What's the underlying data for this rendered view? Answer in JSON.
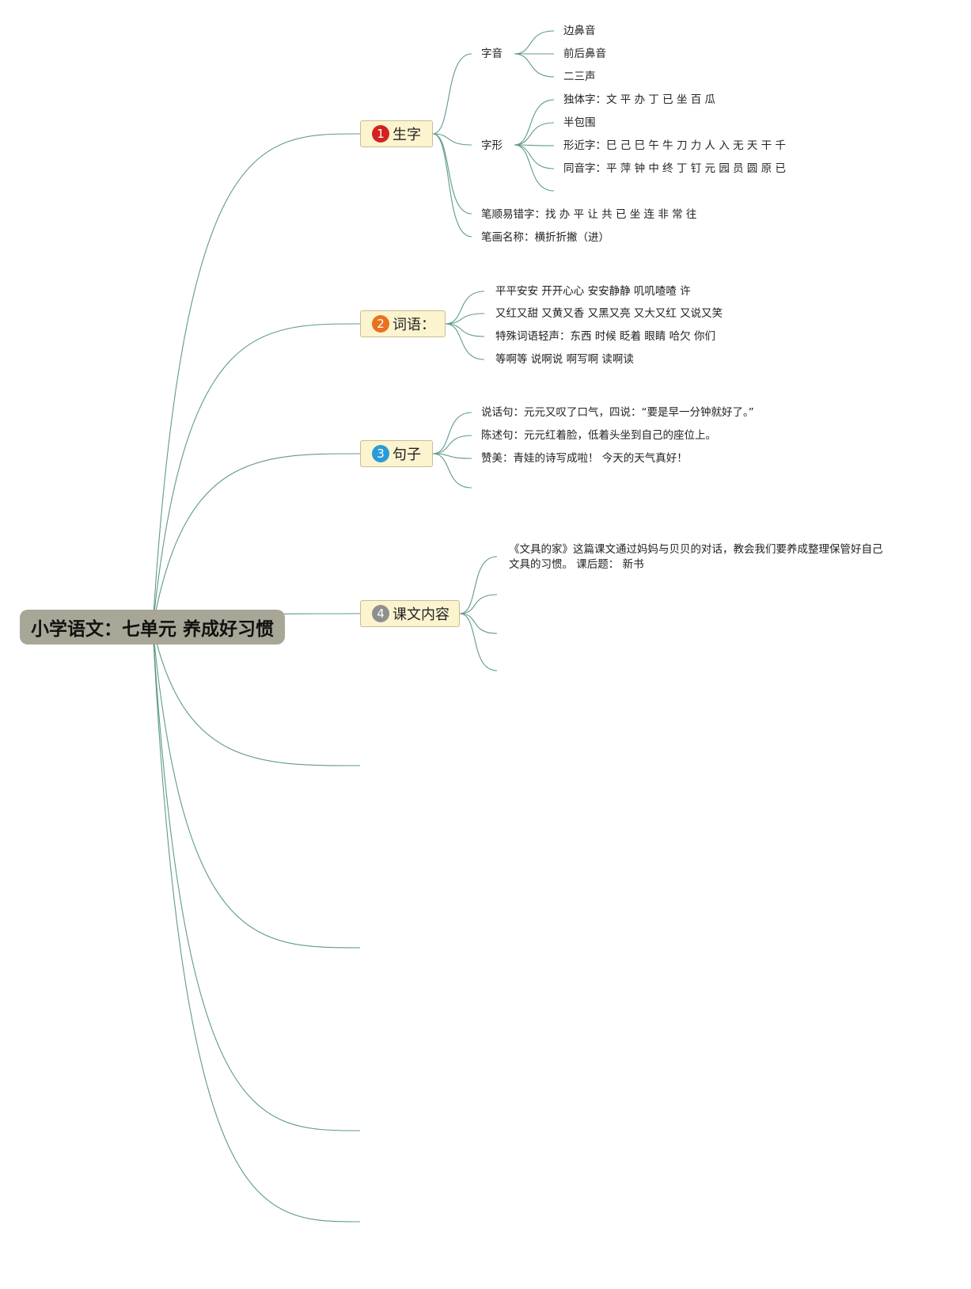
{
  "root": {
    "title": "小学语文：七单元 养成好习惯"
  },
  "branches": [
    {
      "number": "1",
      "label": "生字",
      "badge_color": "#d2231e"
    },
    {
      "number": "2",
      "label": "词语：",
      "badge_color": "#e8731f"
    },
    {
      "number": "3",
      "label": "句子",
      "badge_color": "#2a9ad9"
    },
    {
      "number": "4",
      "label": "课文内容",
      "badge_color": "#8f8f8f"
    }
  ],
  "shengzi": {
    "ziyin": {
      "label": "字音",
      "items": [
        "边鼻音",
        "前后鼻音",
        "二三声"
      ]
    },
    "zixing": {
      "label": "字形",
      "items": [
        "独体字：文 平 办 丁 已 坐 百 瓜",
        "半包围",
        "形近字：巳 己 巳 午 牛 刀 力 人 入 无 天 干 千",
        "同音字：平 萍 钟 中 终 丁 钉 元 园 员 圆 原 已"
      ]
    },
    "bishun": "笔顺易错字：找 办 平 让 共 已 坐 连 非 常 往",
    "bihua": "笔画名称：横折折撇（进）"
  },
  "ciyu": {
    "items": [
      "平平安安 开开心心 安安静静 叽叽喳喳 许",
      "又红又甜 又黄又香 又黑又亮 又大又红 又说又笑",
      "特殊词语轻声：东西 时候 眨着 眼睛 哈欠 你们",
      "等啊等 说啊说 啊写啊 读啊读"
    ]
  },
  "juzi": {
    "items": [
      "说话句：元元又叹了口气，四说：“要是早一分钟就好了。”",
      "陈述句：元元红着脸，低着头坐到自己的座位上。",
      "赞美：青娃的诗写成啦！ 今天的天气真好！"
    ]
  },
  "kewen": {
    "text": "《文具的家》这篇课文通过妈妈与贝贝的对话，教会我们要养成整理保管好自己文具的习惯。 课后题： 新书"
  },
  "colors": {
    "link": "#5e9b86",
    "root_bg": "#a8a696",
    "branch_bg": "#fcf4cf"
  }
}
